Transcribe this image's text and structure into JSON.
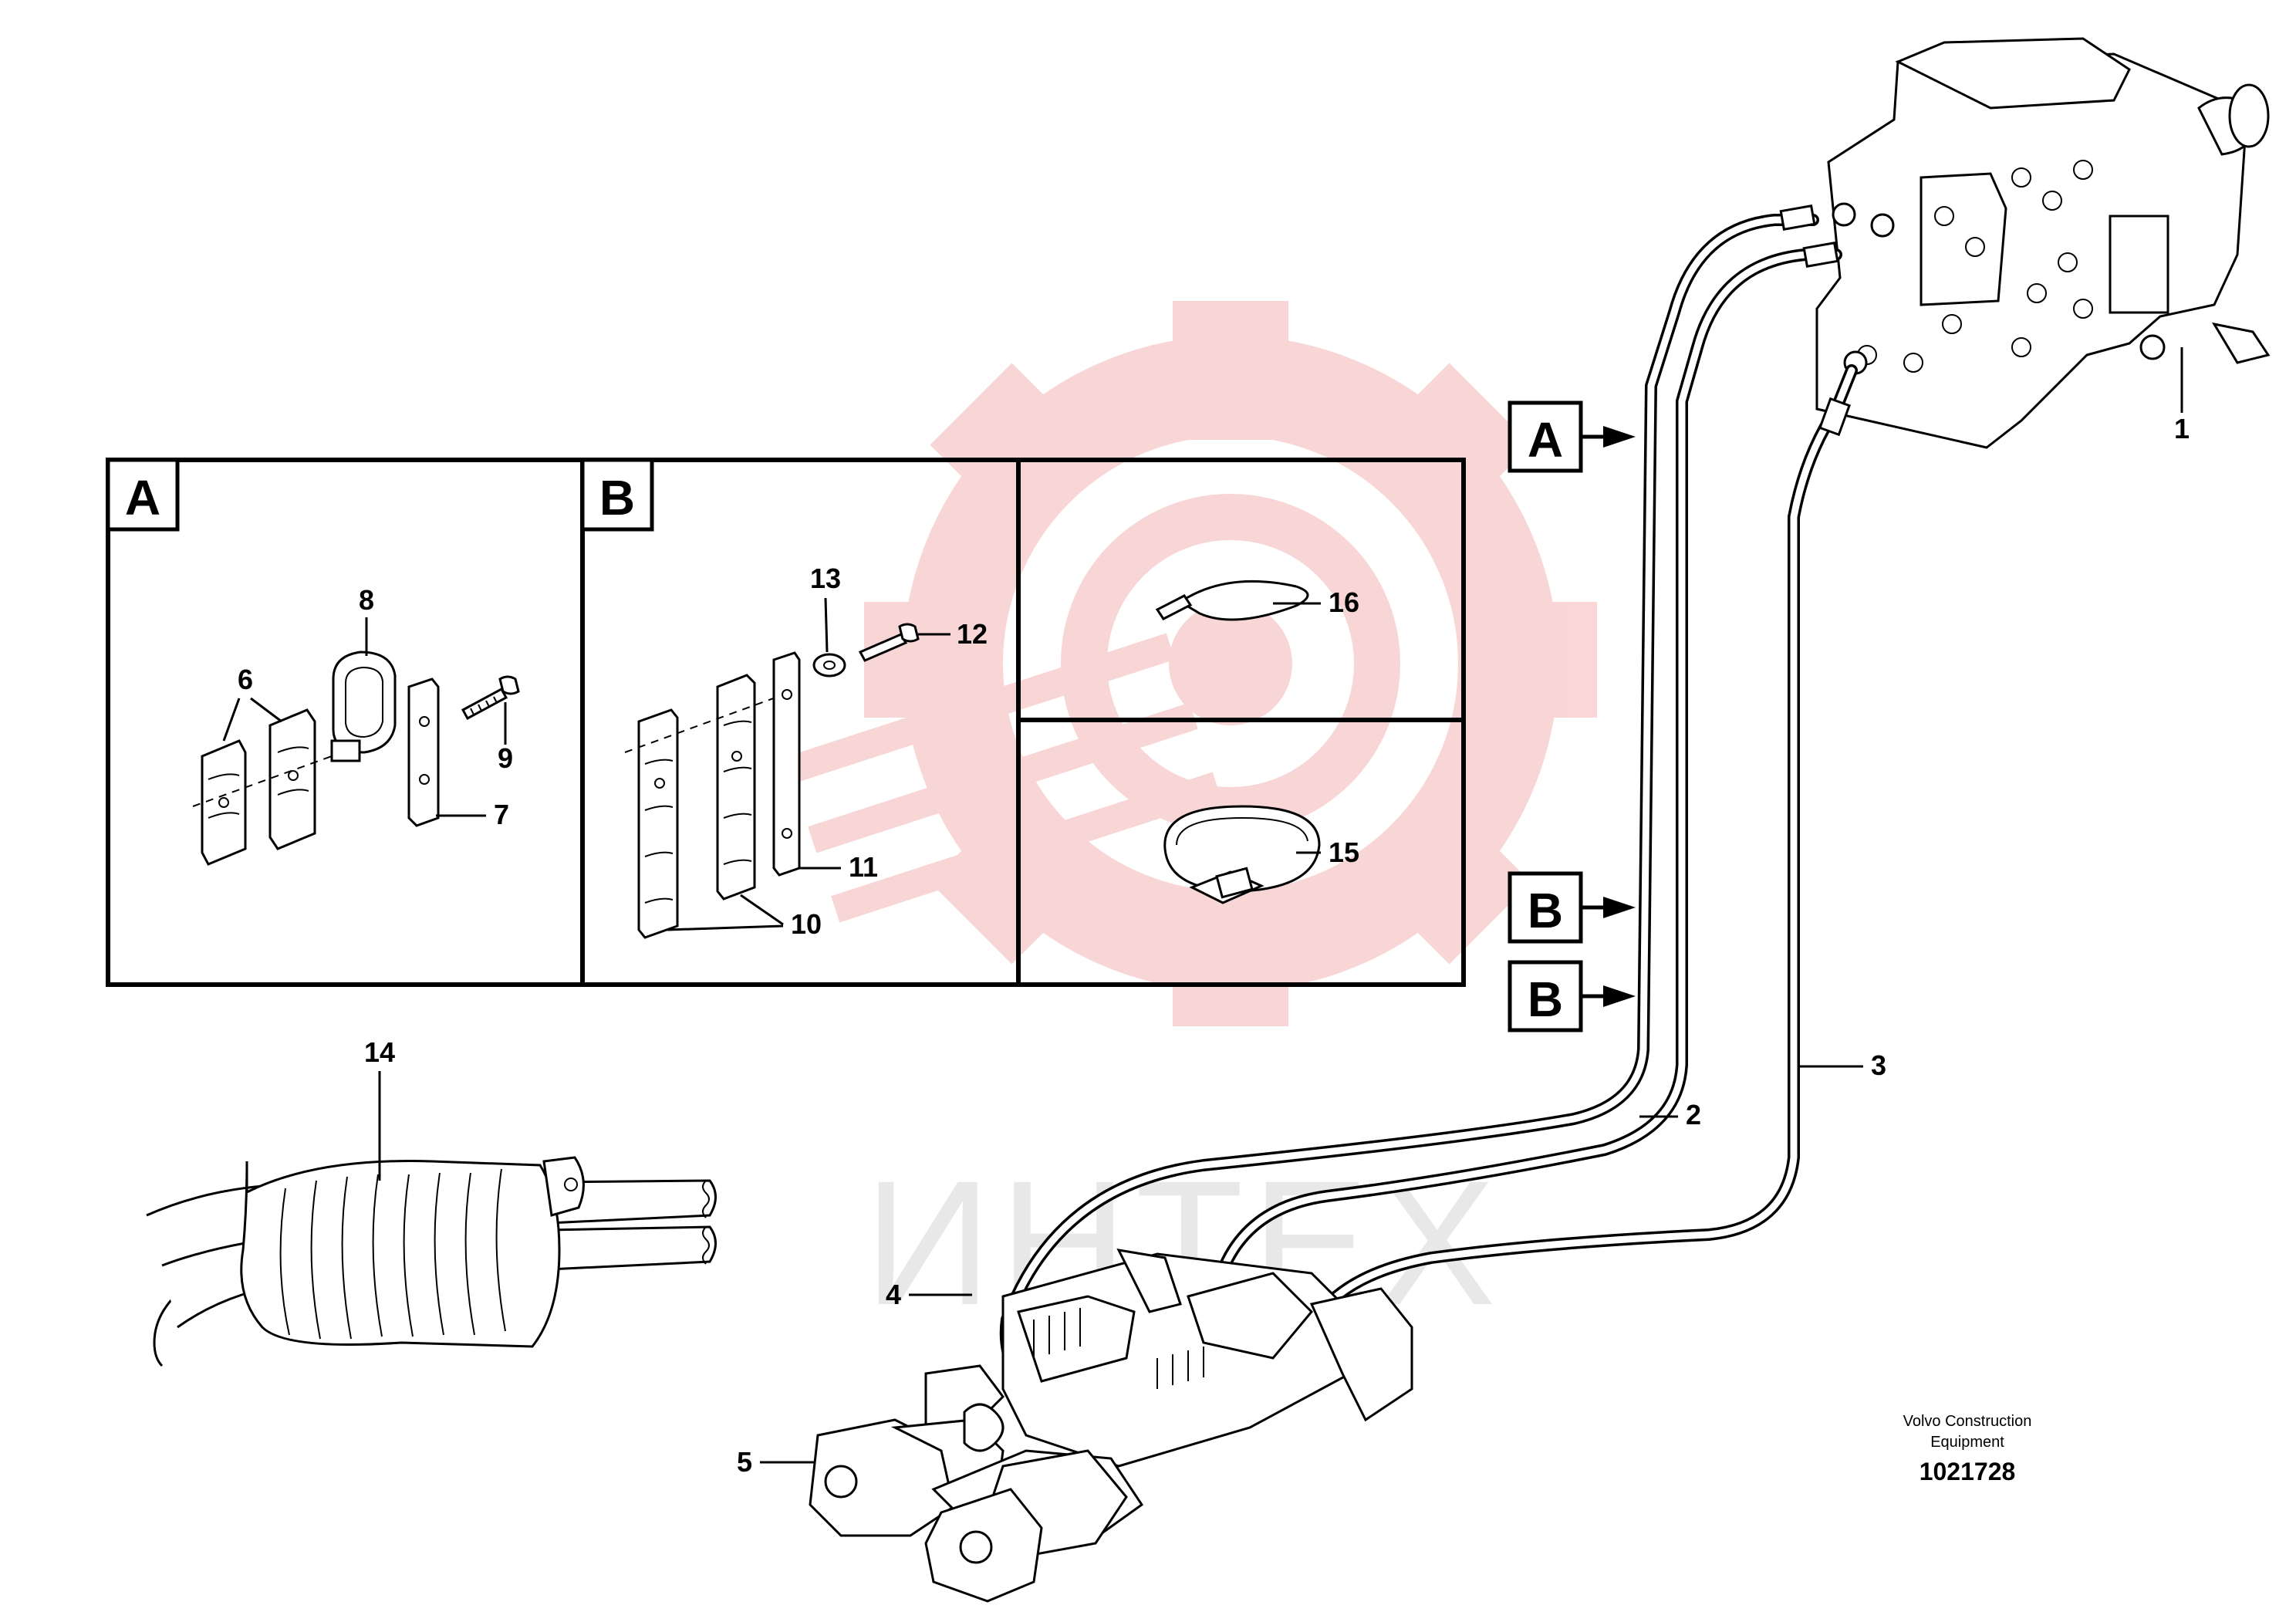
{
  "watermark": {
    "text": "ИНТЕХ",
    "color": "#f5b5b5"
  },
  "detail_boxes": {
    "a": "A",
    "b": "B"
  },
  "callouts": {
    "p1": "1",
    "p2": "2",
    "p3": "3",
    "p4": "4",
    "p5": "5",
    "p6": "6",
    "p7": "7",
    "p8": "8",
    "p9": "9",
    "p10": "10",
    "p11": "11",
    "p12": "12",
    "p13": "13",
    "p14": "14",
    "p15": "15",
    "p16": "16"
  },
  "pointers": {
    "a": "A",
    "b1": "B",
    "b2": "B"
  },
  "caption": {
    "line1": "Volvo Construction",
    "line2": "Equipment",
    "doc_number": "1021728"
  }
}
